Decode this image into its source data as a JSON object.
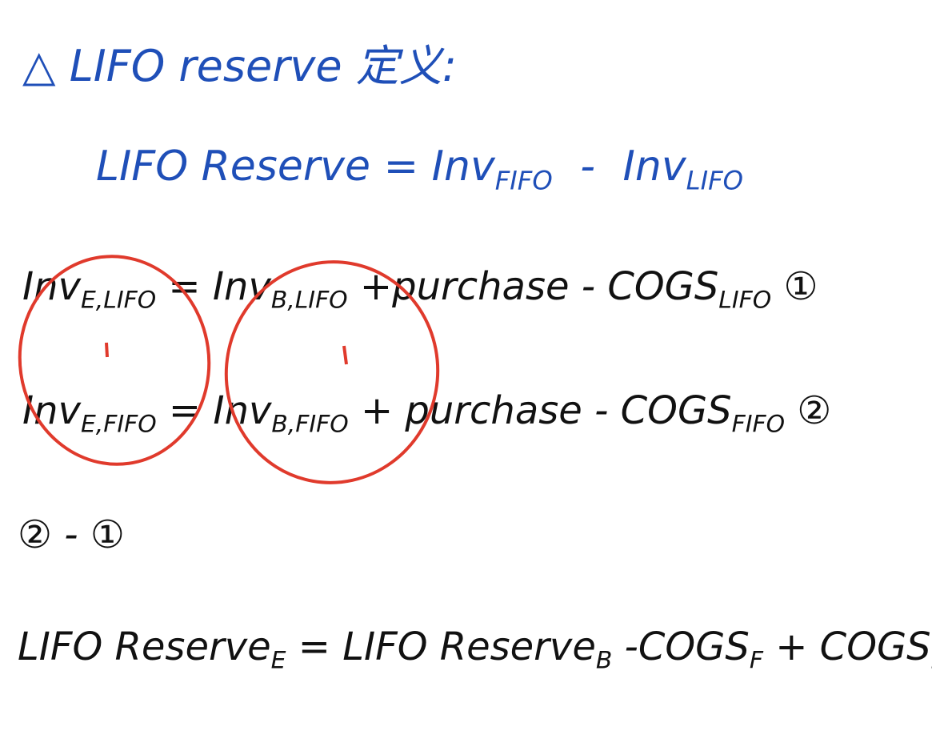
{
  "title": "△ LIFO reserve 定义:",
  "definition": {
    "lhs": "LIFO Reserve",
    "eq": "=",
    "t1": "Inv",
    "t1_sub": "FIFO",
    "minus": "-",
    "t2": "Inv",
    "t2_sub": "LIFO"
  },
  "equations": [
    {
      "lhs": "Inv",
      "lhs_sub": "E,LIFO",
      "eq": "=",
      "b": "Inv",
      "b_sub": "B,LIFO",
      "rest": "+purchase - COGS",
      "rest_sub": "LIFO",
      "marker": "①"
    },
    {
      "lhs": "Inv",
      "lhs_sub": "E,FIFO",
      "eq": "=",
      "b": "Inv",
      "b_sub": "B,FIFO",
      "rest": "+ purchase - COGS",
      "rest_sub": "FIFO",
      "marker": "②"
    }
  ],
  "step": "② - ①",
  "final": {
    "lhs": "LIFO Reserve",
    "lhs_sub": "E",
    "eq": "=",
    "r1": "LIFO Reserve",
    "r1_sub": "B",
    "r2": "-COGS",
    "r2_sub": "F",
    "r3": "+ COGS",
    "r3_sub": "L"
  },
  "colors": {
    "heading": "#1f4fb8",
    "body": "#111111",
    "circle": "#e03a2c"
  }
}
